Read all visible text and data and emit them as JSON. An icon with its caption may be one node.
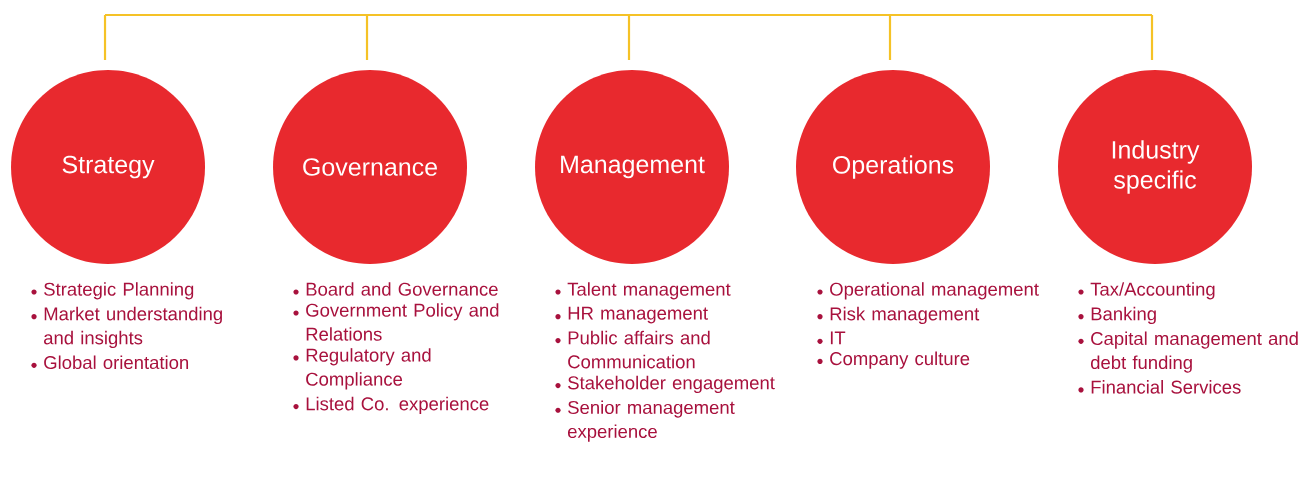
{
  "diagram": {
    "nodes": [
      {
        "text": [
          "Strategy"
        ],
        "beside": [
          "Strategic Planning",
          "Market understanding and insights",
          "Global orientation"
        ]
      },
      {
        "text": [
          "Governance"
        ],
        "beside": [
          "Board and Governance",
          "Government Policy and Relations",
          "Regulatory and Compliance",
          "Listed Co. experience"
        ]
      },
      {
        "text": [
          "Management"
        ],
        "beside": [
          "Talent management",
          "HR management",
          "Public affairs and Communication",
          "Stakeholder engagement",
          "Senior management experience"
        ]
      },
      {
        "text": [
          "Operations"
        ],
        "beside": [
          "Operational management",
          "Risk management",
          "IT",
          "Company culture"
        ]
      },
      {
        "text": [
          "Industry specific"
        ],
        "beside": [
          "Tax/Accounting",
          "Banking",
          "Capital management and debt funding",
          "Financial Services"
        ]
      }
    ]
  }
}
